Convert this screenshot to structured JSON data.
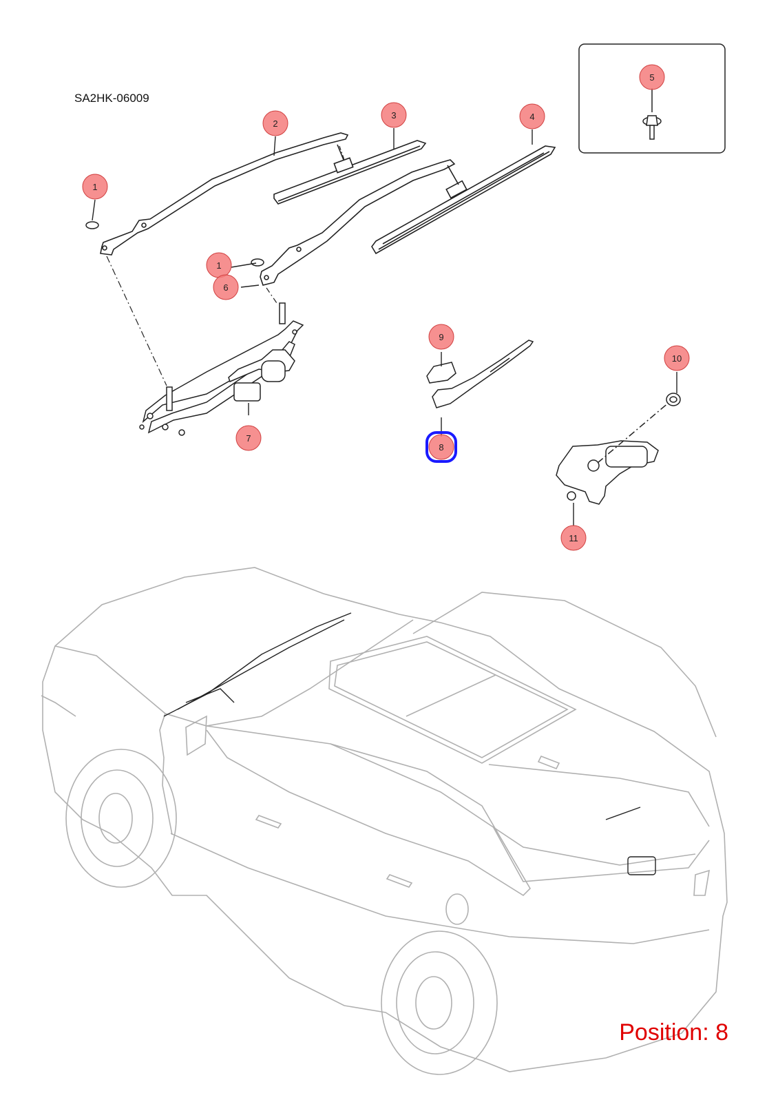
{
  "diagram_code": "SA2HK-06009",
  "position_label": "Position: 8",
  "colors": {
    "callout_fill": "#f47c7c",
    "callout_stroke": "#d04040",
    "selected_stroke": "#1a1aff",
    "line": "#222222",
    "car_outline": "#b0b0b0",
    "position_text": "#e00000"
  },
  "callouts": [
    {
      "label": "1"
    },
    {
      "label": "1"
    },
    {
      "label": "2"
    },
    {
      "label": "3"
    },
    {
      "label": "4"
    },
    {
      "label": "5"
    },
    {
      "label": "6"
    },
    {
      "label": "7"
    },
    {
      "label": "8",
      "selected": true
    },
    {
      "label": "9"
    },
    {
      "label": "10"
    },
    {
      "label": "11"
    }
  ]
}
